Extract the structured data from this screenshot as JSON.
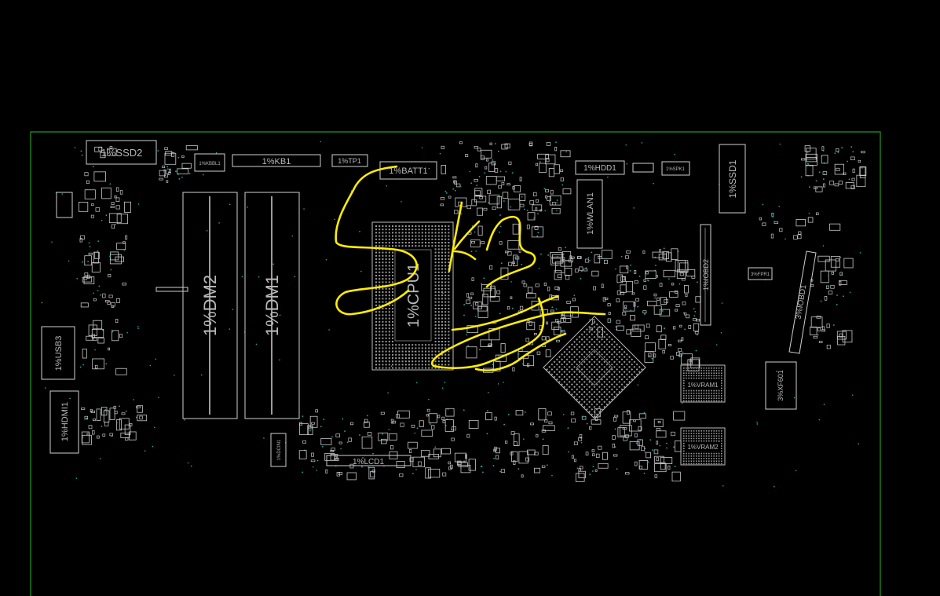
{
  "colors": {
    "background": "#000000",
    "board_outline": "#1d7a1d",
    "silkscreen": "#d0d0d0",
    "pads": "#c8c8c8",
    "vias": "#2aa6a6",
    "annotation": "#ffee00"
  },
  "components": {
    "ssd2": "1%SSD2",
    "kbbl1": "1%KBBL1",
    "kb1": "1%KB1",
    "tp1": "1%TP1",
    "batt1": "1%BATT1",
    "hdd1": "1%HDD1",
    "spk1": "1%SPK1",
    "ssd1": "1%SSD1",
    "wlan1": "1%WLAN1",
    "iobd2": "1%IOBD2",
    "fpr1": "3%FPR1",
    "iobd1": "3%IOBD1",
    "dm2": "1%DM2",
    "dm1": "1%DM1",
    "cpu1": "1%CPU1",
    "usb3": "1%USB3",
    "hdmi1": "1%HDMI1",
    "dcin1": "1%DCIN1",
    "lcd1": "1%LCD1",
    "vram1": "1%VRAM1",
    "vram2": "1%VRAM2",
    "xf601": "3%XF601"
  }
}
